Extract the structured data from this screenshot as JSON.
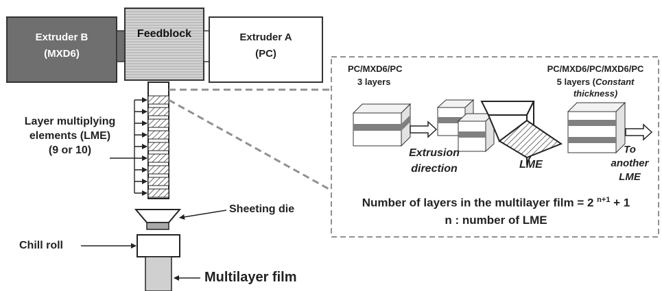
{
  "extruder_b": {
    "line1": "Extruder B",
    "line2": "(MXD6)"
  },
  "feedblock": {
    "label": "Feedblock"
  },
  "extruder_a": {
    "line1": "Extruder A",
    "line2": "(PC)"
  },
  "lme": {
    "line1": "Layer multiplying",
    "line2": "elements (LME)",
    "line3": "(9 or 10)"
  },
  "sheeting_die": {
    "label": "Sheeting die"
  },
  "chill_roll": {
    "label": "Chill roll"
  },
  "multilayer_film": {
    "label": "Multilayer film"
  },
  "inset": {
    "left_top": {
      "line1": "PC/MXD6/PC",
      "line2": "3 layers"
    },
    "right_top": {
      "line1": "PC/MXD6/PC/MXD6/PC",
      "line2_prefix": "5 layers (",
      "line2_em": "Constant",
      "line3_em": "thickness)"
    },
    "extrusion": {
      "line1": "Extrusion",
      "line2": "direction"
    },
    "lme_label": "LME",
    "to_another": {
      "line1": "To",
      "line2": "another",
      "line3": "LME"
    },
    "formula": {
      "prefix": "Number of layers in the multilayer film = 2 ",
      "sup": "n+1",
      "suffix": " + 1"
    },
    "n_def": "n : number of LME"
  },
  "colors": {
    "extruder_b_fill": "#6f6f6f",
    "feedblock_fill": "#c8c8c8",
    "layer_gray": "#808080",
    "dashed_border": "#909090",
    "die_gray": "#a9a9a9",
    "film_gray": "#d0d0d0"
  }
}
